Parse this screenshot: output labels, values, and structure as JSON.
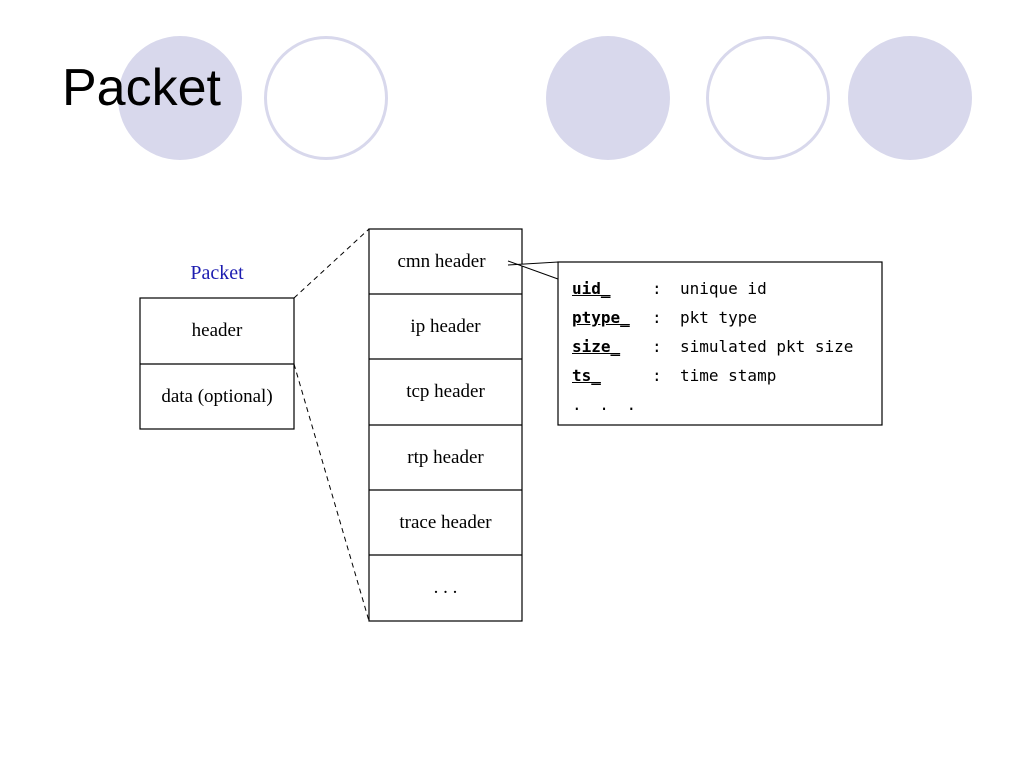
{
  "slide": {
    "title": "Packet"
  },
  "decor": {
    "circle_fill": "#d8d8ec",
    "ring_stroke": "#d8d8ec"
  },
  "diagram": {
    "packet_caption": "Packet",
    "packet_parts": [
      "header",
      "data (optional)"
    ],
    "header_stack": [
      "cmn header",
      "ip header",
      "tcp header",
      "rtp header",
      "trace header",
      ". . ."
    ],
    "cmn_fields": [
      {
        "name": "uid_",
        "colon": ":",
        "desc": "unique id"
      },
      {
        "name": "ptype_",
        "colon": ":",
        "desc": "pkt type"
      },
      {
        "name": "size_",
        "colon": ":",
        "desc": "simulated pkt size"
      },
      {
        "name": "ts_",
        "colon": ":",
        "desc": "time stamp"
      }
    ],
    "fields_ellipsis": ". . .",
    "caption_color": "#1c1cb0"
  }
}
